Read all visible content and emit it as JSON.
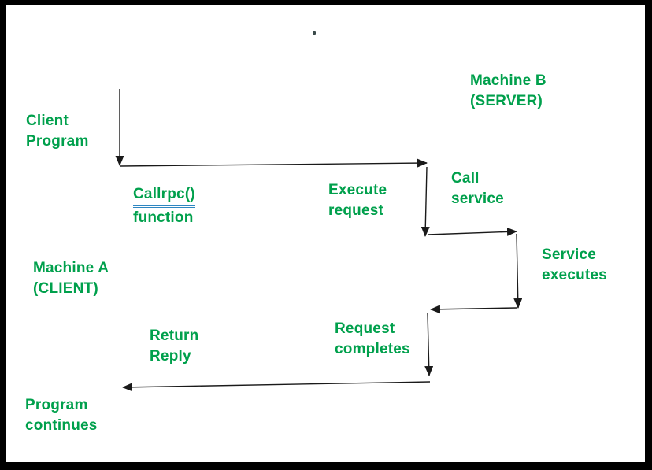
{
  "colors": {
    "text_green": "#00A04C",
    "underline_blue": "#2E86C1",
    "arrow_black": "#1A1A1A",
    "border_black": "#000000",
    "background": "#FFFFFF"
  },
  "labels": {
    "machine_b": [
      "Machine B",
      "(SERVER)"
    ],
    "client_program": [
      "Client",
      "Program"
    ],
    "callrpc_function": [
      "Callrpc()",
      "function"
    ],
    "execute_request": [
      "Execute",
      "request"
    ],
    "call_service": [
      "Call",
      "service"
    ],
    "machine_a": [
      "Machine A",
      "(CLIENT)"
    ],
    "service_executes": [
      "Service",
      "executes"
    ],
    "return_reply": [
      "Return",
      "Reply"
    ],
    "request_completes": [
      "Request",
      "completes"
    ],
    "program_continues": [
      "Program",
      "continues"
    ]
  },
  "stray_dot": "."
}
